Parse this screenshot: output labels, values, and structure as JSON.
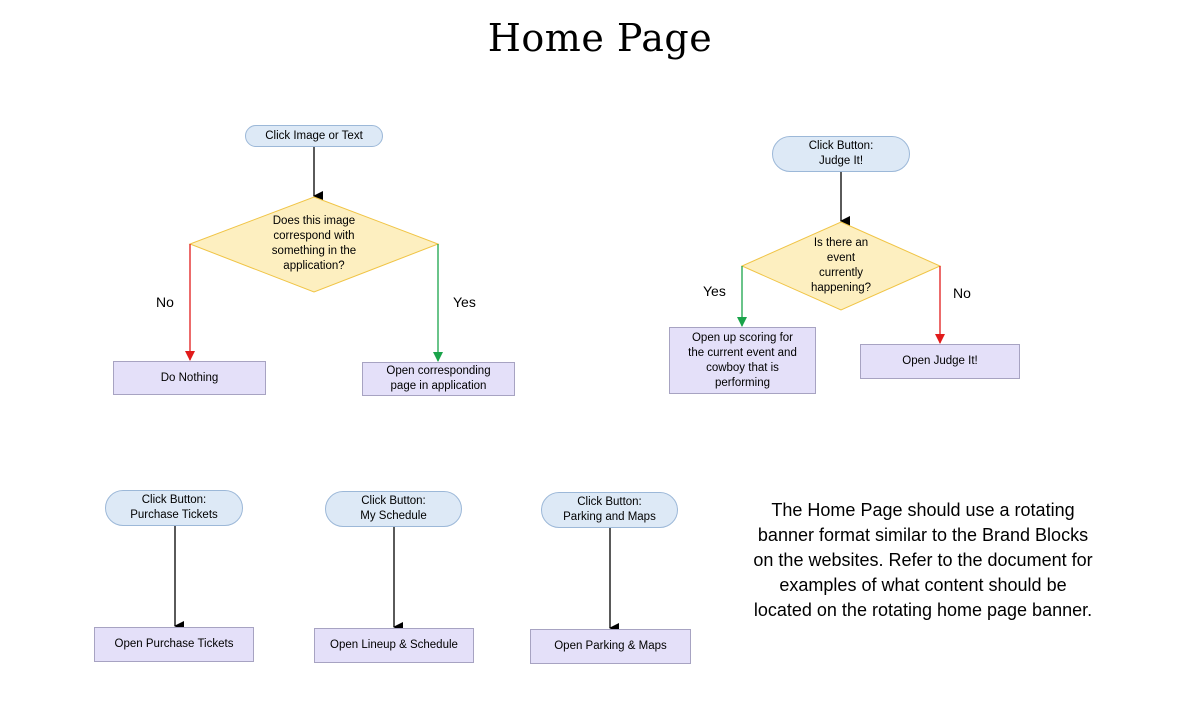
{
  "title": "Home Page",
  "colors": {
    "yes_edge": "#1aa34a",
    "no_edge": "#e11b1b",
    "flow_edge": "#000000",
    "terminal_fill": "#dde9f6",
    "process_fill": "#e4e0f9",
    "decision_fill": "#fdefc0"
  },
  "flow1": {
    "start": "Click Image or Text",
    "decision": "Does this image\ncorrespond with\nsomething in the\napplication?",
    "no_label": "No",
    "yes_label": "Yes",
    "no_action": "Do Nothing",
    "yes_action": "Open corresponding\npage in application"
  },
  "flow2": {
    "start": "Click Button:\nJudge It!",
    "decision": "Is there an\nevent\ncurrently\nhappening?",
    "yes_label": "Yes",
    "no_label": "No",
    "yes_action": "Open up scoring for\nthe current event and\ncowboy that is\nperforming",
    "no_action": "Open Judge It!"
  },
  "flow3": {
    "start": "Click Button:\nPurchase Tickets",
    "action": "Open Purchase Tickets"
  },
  "flow4": {
    "start": "Click Button:\nMy Schedule",
    "action": "Open Lineup & Schedule"
  },
  "flow5": {
    "start": "Click Button:\nParking and Maps",
    "action": "Open Parking & Maps"
  },
  "note": "The Home Page should use a rotating banner format similar to the Brand Blocks on the websites. Refer to the document for examples of what content should be located on the rotating home page banner."
}
